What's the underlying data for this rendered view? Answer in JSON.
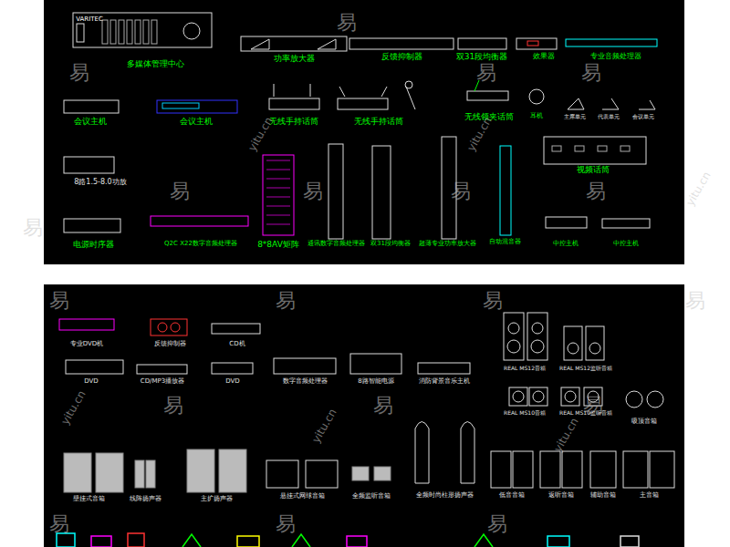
{
  "diagram": {
    "labels": [
      "VARITEC",
      "多媒体管理中心",
      "功率放大器",
      "反馈抑制器",
      "双31段均衡器",
      "效果器",
      "专业音频处理器",
      "会议主机",
      "会议主机",
      "无线手持话筒",
      "无线手持话筒",
      "无线领夹话筒",
      "耳机",
      "主席单元",
      "代表单元",
      "会议单元",
      "8路1.5-8.0功放",
      "视频话筒",
      "电源时序器",
      "Q2C X22数字音频处理器",
      "8*8AV矩阵",
      "通讯数字音频处理器",
      "双31段均衡器",
      "超薄专业功率放大器",
      "自动混音器",
      "中控主机",
      "中控主机",
      "专业DVD机",
      "反馈抑制器",
      "CD机",
      "DVD",
      "CD/MP3播放器",
      "DVD",
      "数字音频处理器",
      "8路智能电源",
      "消防背景音乐主机",
      "REAL MS12音箱",
      "REAL MS12监听音箱",
      "REAL MS10音箱",
      "REAL MS10监听音箱",
      "吸顶音箱",
      "壁挂式音箱",
      "线阵扬声器",
      "主扩扬声器",
      "悬挂式网球音箱",
      "全频监听音箱",
      "全频时尚柱形扬声器",
      "低音音箱",
      "返听音箱",
      "辅助音箱",
      "主音箱",
      "易",
      "易",
      "易",
      "易",
      "易",
      "易",
      "易",
      "易",
      "易",
      "易",
      "易",
      "易",
      "易",
      "易",
      "易",
      "易",
      "易",
      "易",
      "易",
      "yitu.cn",
      "yitu.cn",
      "yitu.cn",
      "yitu.cn",
      "yitu.cn",
      "yitu.cn"
    ]
  }
}
